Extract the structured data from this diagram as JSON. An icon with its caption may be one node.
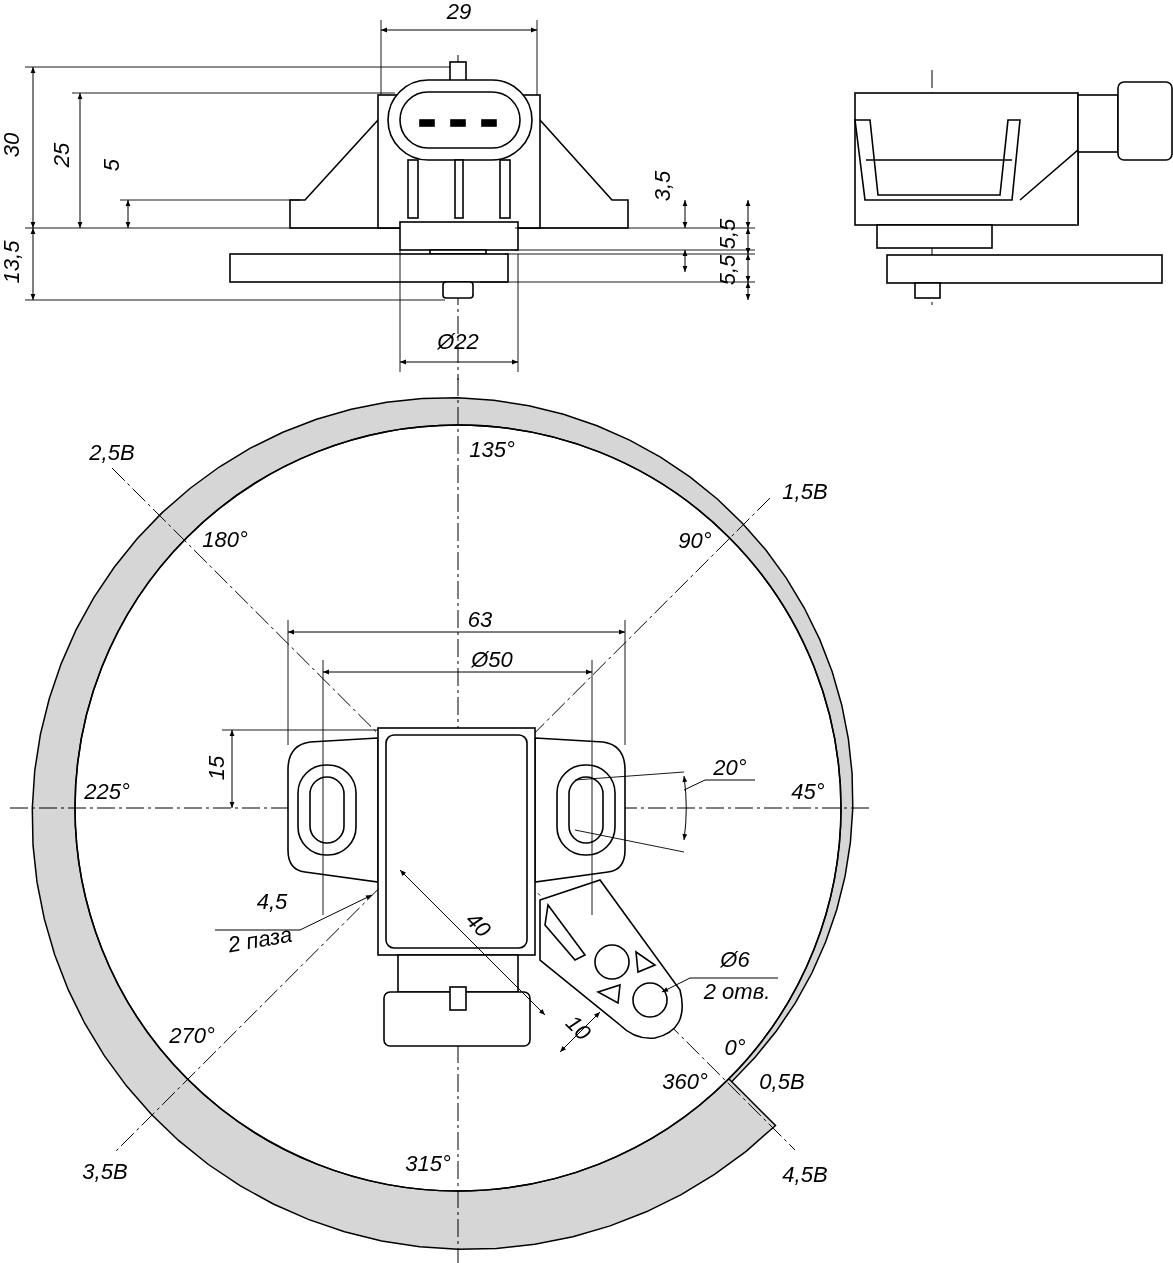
{
  "diagram": {
    "labels": [
      "29",
      "30",
      "25",
      "5",
      "13,5",
      "3,5",
      "5,5",
      "5,5",
      "Ø22",
      "2,5В",
      "135°",
      "1,5В",
      "180°",
      "90°",
      "63",
      "Ø50",
      "15",
      "225°",
      "20°",
      "45°",
      "4,5",
      "2 паза",
      "40",
      "Ø6",
      "2 отв.",
      "270°",
      "10",
      "0°",
      "360°",
      "0,5В",
      "3,5В",
      "315°",
      "4,5В"
    ]
  }
}
